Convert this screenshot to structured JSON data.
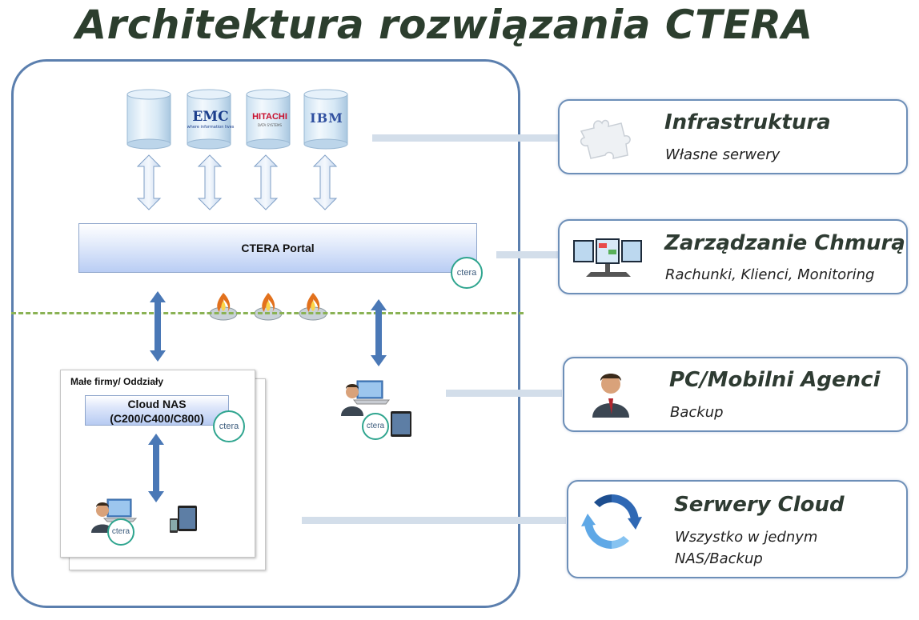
{
  "title": "Architektura rozwiązania CTERA",
  "storage": {
    "vendors": [
      "",
      "EMC",
      "HITACHI",
      "IBM"
    ],
    "emc_tagline": "where information lives",
    "hitachi_tagline": "DATA SYSTEMS"
  },
  "portal": {
    "label": "CTERA Portal"
  },
  "badge_text": "ctera",
  "branch": {
    "panel_label": "Małe firmy/ Oddziały",
    "nas_line1": "Cloud NAS",
    "nas_line2": "(C200/C400/C800)"
  },
  "cards": [
    {
      "title": "Infrastruktura",
      "subtitle": "Własne serwery",
      "icon": "puzzle-icon"
    },
    {
      "title": "Zarządzanie Chmurą",
      "subtitle": "Rachunki, Klienci, Monitoring",
      "icon": "monitor-icon"
    },
    {
      "title": "PC/Mobilni Agenci",
      "subtitle": "Backup",
      "icon": "user-icon"
    },
    {
      "title": "Serwery Cloud",
      "subtitle_line1": "Wszystko w jednym",
      "subtitle_line2": "NAS/Backup",
      "icon": "sync-icon"
    }
  ],
  "colors": {
    "frame": "#5b7fae",
    "arrow": "#4a78b6",
    "dashed_line": "#8ab254",
    "badge_ring": "#2fa58f",
    "card_border": "#6d8fb8"
  }
}
